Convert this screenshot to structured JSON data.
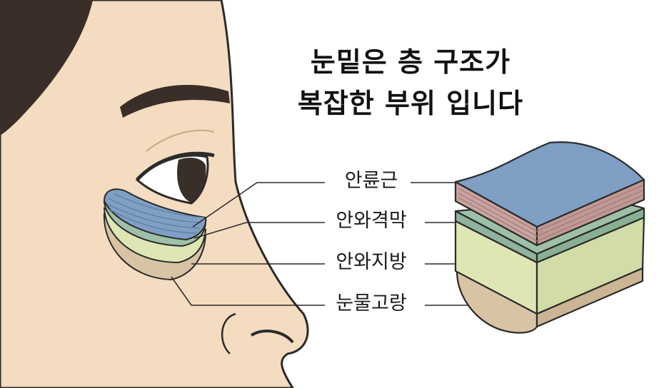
{
  "title_lines": [
    "눈밑은 층 구조가",
    "복잡한 부위 입니다"
  ],
  "layers": [
    {
      "label": "안륜근",
      "color": "#7f9fc4"
    },
    {
      "label": "안와격막",
      "color": "#9ec0a7"
    },
    {
      "label": "안와지방",
      "color": "#dfe6b4"
    },
    {
      "label": "눈물고랑",
      "color": "#d8c4a4"
    }
  ],
  "colors": {
    "skin": "#f4dcc0",
    "hair": "#3a2e28",
    "outline": "#2b2b2b",
    "muscle_side": "#c8a3a0"
  }
}
